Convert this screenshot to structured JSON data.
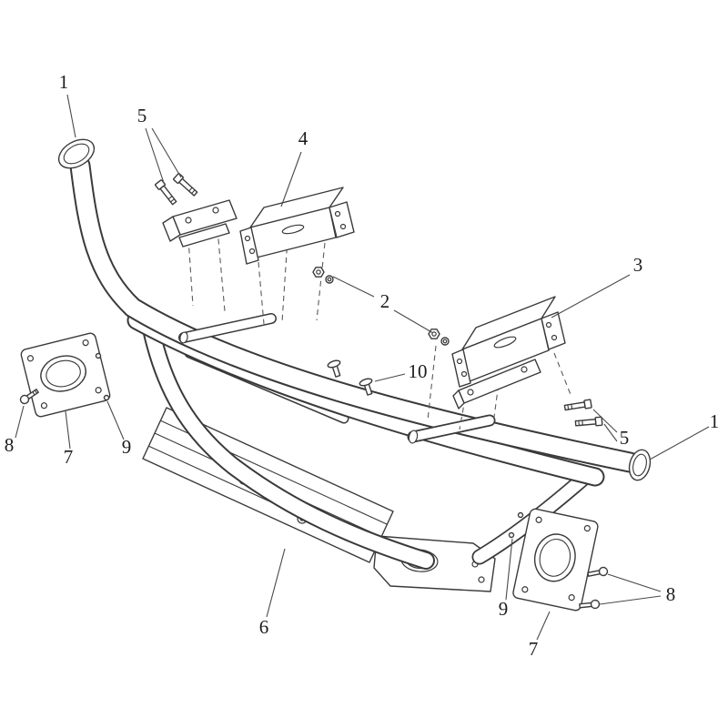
{
  "figure": {
    "type": "exploded-parts-diagram",
    "subject": "front bumper assembly exploded view",
    "background_color": "#ffffff",
    "line_color": "#3a3a3a"
  },
  "callouts": [
    {
      "label": "1"
    },
    {
      "label": "5"
    },
    {
      "label": "4"
    },
    {
      "label": "2"
    },
    {
      "label": "3"
    },
    {
      "label": "10"
    },
    {
      "label": "5"
    },
    {
      "label": "1"
    },
    {
      "label": "8"
    },
    {
      "label": "7"
    },
    {
      "label": "9"
    },
    {
      "label": "6"
    },
    {
      "label": "9"
    },
    {
      "label": "7"
    },
    {
      "label": "8"
    }
  ]
}
